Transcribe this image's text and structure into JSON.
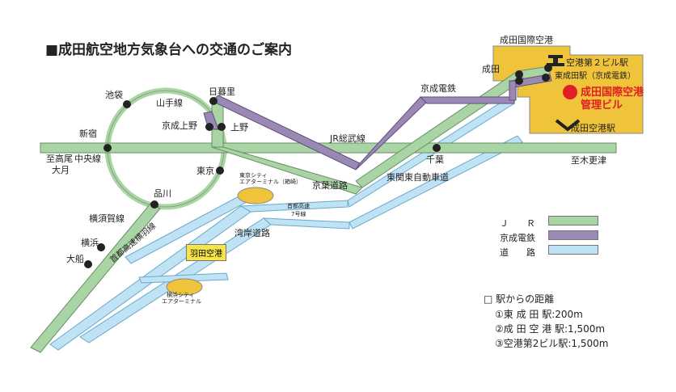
{
  "title": "■成田航空地方気象台への交通のご案内",
  "colors": {
    "jr": "#a9d4a4",
    "keisei": "#9a89b5",
    "road": "#bfe3f5",
    "airport": "#f0c43a",
    "marker": "#e01e25"
  },
  "airport": {
    "area": "成田国際空港",
    "building": "成田国際空港\n管理ビル",
    "building_l1": "成田国際空港",
    "building_l2": "管理ビル",
    "terminal2": "空港第２ビル駅",
    "higashi": "東成田駅（京成電鉄）",
    "narita_airport_station": "成田空港駅"
  },
  "stations": {
    "narita": "成田",
    "ikebukuro": "池袋",
    "nippori": "日暮里",
    "yamanote": "山手線",
    "keisei_ueno": "京成上野",
    "ueno": "上野",
    "shinjuku": "新宿",
    "takao": "至高尾",
    "otsuki": "大月",
    "chuo": "中央線",
    "tokyo": "東京",
    "shinagawa": "品川",
    "yokosuka": "横須賀線",
    "yokohama": "横浜",
    "ofuna": "大船",
    "chiba": "千葉",
    "kisarazu": "至木更津",
    "keisei_line": "京成電鉄",
    "jr_sobu": "JR総武線",
    "keiyo": "京葉道路",
    "higashikanto": "東関東自動車道",
    "wangan": "湾岸道路",
    "shuto": "首都高速",
    "shuto_no": "7号線",
    "yokohane": "首都高速横羽線",
    "tcat": "東京シティ",
    "tcat2": "エアターミナル（箱崎）",
    "ycat": "横浜シティ",
    "ycat2": "エアターミナル",
    "haneda": "羽田空港"
  },
  "legend": [
    {
      "label": "Ｊ　　Ｒ",
      "color": "#a9d4a4"
    },
    {
      "label": "京成電鉄",
      "color": "#9a89b5"
    },
    {
      "label": "道　　路",
      "color": "#bfe3f5"
    }
  ],
  "distance": {
    "heading": "□ 駅からの距離",
    "rows": [
      "①東 成 田 駅:200m",
      "②成 田 空 港 駅:1,500m",
      "③空港第2ビル駅:1,500m"
    ]
  }
}
